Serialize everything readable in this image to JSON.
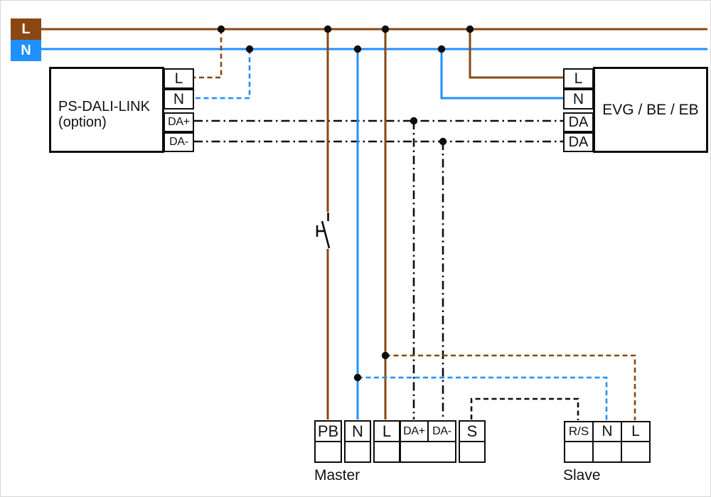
{
  "colors": {
    "brown": "#8a4712",
    "blue": "#1e90ff",
    "line": "#0d0d0d"
  },
  "legend": {
    "l": "L",
    "n": "N"
  },
  "ps_dali_link": {
    "title": "PS-DALI-LINK",
    "subtitle": "(option)",
    "terminals": [
      "L",
      "N",
      "DA+",
      "DA-"
    ]
  },
  "evg": {
    "label": "EVG / BE / EB",
    "terminals": [
      "L",
      "N",
      "DA",
      "DA"
    ]
  },
  "master": {
    "label": "Master",
    "terminals": [
      "PB",
      "N",
      "L",
      "DA+",
      "DA-",
      "S"
    ]
  },
  "slave": {
    "label": "Slave",
    "terminals": [
      "R/S",
      "N",
      "L"
    ]
  },
  "icons": {
    "switch": "push-button-switch-icon",
    "junction": "junction-dot"
  },
  "connections": [
    {
      "from": "mains-L",
      "to": "ps-dali-link.L",
      "color": "brown",
      "style": "dashed"
    },
    {
      "from": "mains-N",
      "to": "ps-dali-link.N",
      "color": "blue",
      "style": "dashed"
    },
    {
      "from": "mains-L",
      "to": "master.PB",
      "color": "brown",
      "style": "solid",
      "via": "push-button-switch"
    },
    {
      "from": "mains-N",
      "to": "master.N",
      "color": "blue",
      "style": "solid"
    },
    {
      "from": "mains-L",
      "to": "master.L",
      "color": "brown",
      "style": "solid"
    },
    {
      "from": "mains-L",
      "to": "evg.L",
      "color": "brown",
      "style": "solid"
    },
    {
      "from": "mains-N",
      "to": "evg.N",
      "color": "blue",
      "style": "solid"
    },
    {
      "from": "ps-dali-link.DA+",
      "to": "evg.DA",
      "color": "black",
      "style": "dash-dot"
    },
    {
      "from": "ps-dali-link.DA-",
      "to": "evg.DA",
      "color": "black",
      "style": "dash-dot"
    },
    {
      "from": "ps-dali-link.DA+",
      "to": "master.DA+",
      "color": "black",
      "style": "dash-dot"
    },
    {
      "from": "ps-dali-link.DA-",
      "to": "master.DA-",
      "color": "black",
      "style": "dash-dot"
    },
    {
      "from": "master.L-wire",
      "to": "slave.L",
      "color": "brown",
      "style": "dashed"
    },
    {
      "from": "master.N-wire",
      "to": "slave.N",
      "color": "blue",
      "style": "dashed"
    },
    {
      "from": "master.S",
      "to": "slave.R/S",
      "color": "black",
      "style": "dashed"
    }
  ]
}
